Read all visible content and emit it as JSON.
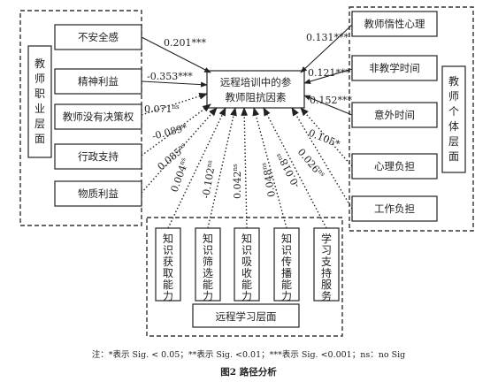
{
  "figure": {
    "note": "注：*表示 Sig. < 0.05；**表示 Sig. <0.01；***表示 Sig. <0.001；ns：no Sig",
    "caption": "图2   路径分析"
  },
  "center": {
    "line1": "远程培训中的参",
    "line2": "教师阻抗因素"
  },
  "groups": {
    "left": {
      "label": "教师职业层面"
    },
    "right": {
      "label": "教师个体层面"
    },
    "bottom": {
      "label": "远程学习层面"
    }
  },
  "factors_left": [
    {
      "label": "不安全感",
      "coef": "0.201***",
      "sig": "***",
      "solid": true
    },
    {
      "label": "精神利益",
      "coef": "-0.353***",
      "sig": "***",
      "solid": true
    },
    {
      "label": "教师没有决策权",
      "coef": "0.071",
      "sig": "ns",
      "solid": false
    },
    {
      "label": "行政支持",
      "coef": "-0.089*",
      "sig": "*",
      "solid": false
    },
    {
      "label": "物质利益",
      "coef": "0.085",
      "sig": "ns",
      "solid": false
    }
  ],
  "factors_right": [
    {
      "label": "教师惰性心理",
      "coef": "0.131***",
      "sig": "***",
      "solid": true
    },
    {
      "label": "非教学时间",
      "coef": "0.121***",
      "sig": "***",
      "solid": true
    },
    {
      "label": "意外时间",
      "coef": "0.152***",
      "sig": "***",
      "solid": true
    },
    {
      "label": "心理负担",
      "coef": "0.105*",
      "sig": "*",
      "solid": false
    },
    {
      "label": "工作负担",
      "coef": "0.026",
      "sig": "ns",
      "solid": false
    }
  ],
  "factors_bottom": [
    {
      "label": "知识获取能力",
      "coef": "0.004",
      "sig": "ns",
      "solid": false
    },
    {
      "label": "知识筛选能力",
      "coef": "-0.102",
      "sig": "ns",
      "solid": false
    },
    {
      "label": "知识吸收能力",
      "coef": "0.042",
      "sig": "ns",
      "solid": false
    },
    {
      "label": "知识传播能力",
      "coef": "0.048",
      "sig": "ns",
      "solid": false
    },
    {
      "label": "学习支持服务",
      "coef": "-0.018",
      "sig": "ns",
      "solid": false
    }
  ]
}
